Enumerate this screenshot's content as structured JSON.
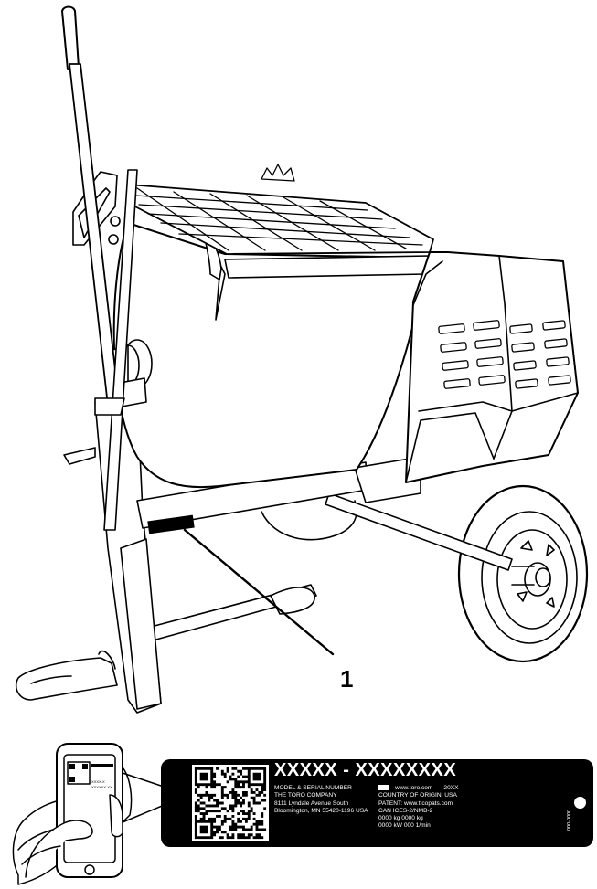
{
  "callout": {
    "number": "1"
  },
  "tag": {
    "model_serial": "XXXXX - XXXXXXXX",
    "left_lines": [
      "MODEL & SERIAL NUMBER",
      "THE TORO COMPANY",
      "8111 Lyndale Avenue South",
      "Bloomington, MN 55420-1196 USA"
    ],
    "website": "www.toro.com",
    "year": "20XX",
    "right_lines": [
      "COUNTRY OF ORIGIN: USA",
      "PATENT:  www.ttcopats.com",
      "CAN ICES-2/NMB-2",
      "0000 kg   0000 kg",
      "0000 kW   000 1/min"
    ],
    "part_number": "000-0000"
  },
  "phone_screen": {
    "line1": "XXXX-X",
    "line2": "XXXXXX-XX"
  },
  "colors": {
    "ink": "#000000",
    "paper": "#ffffff"
  }
}
